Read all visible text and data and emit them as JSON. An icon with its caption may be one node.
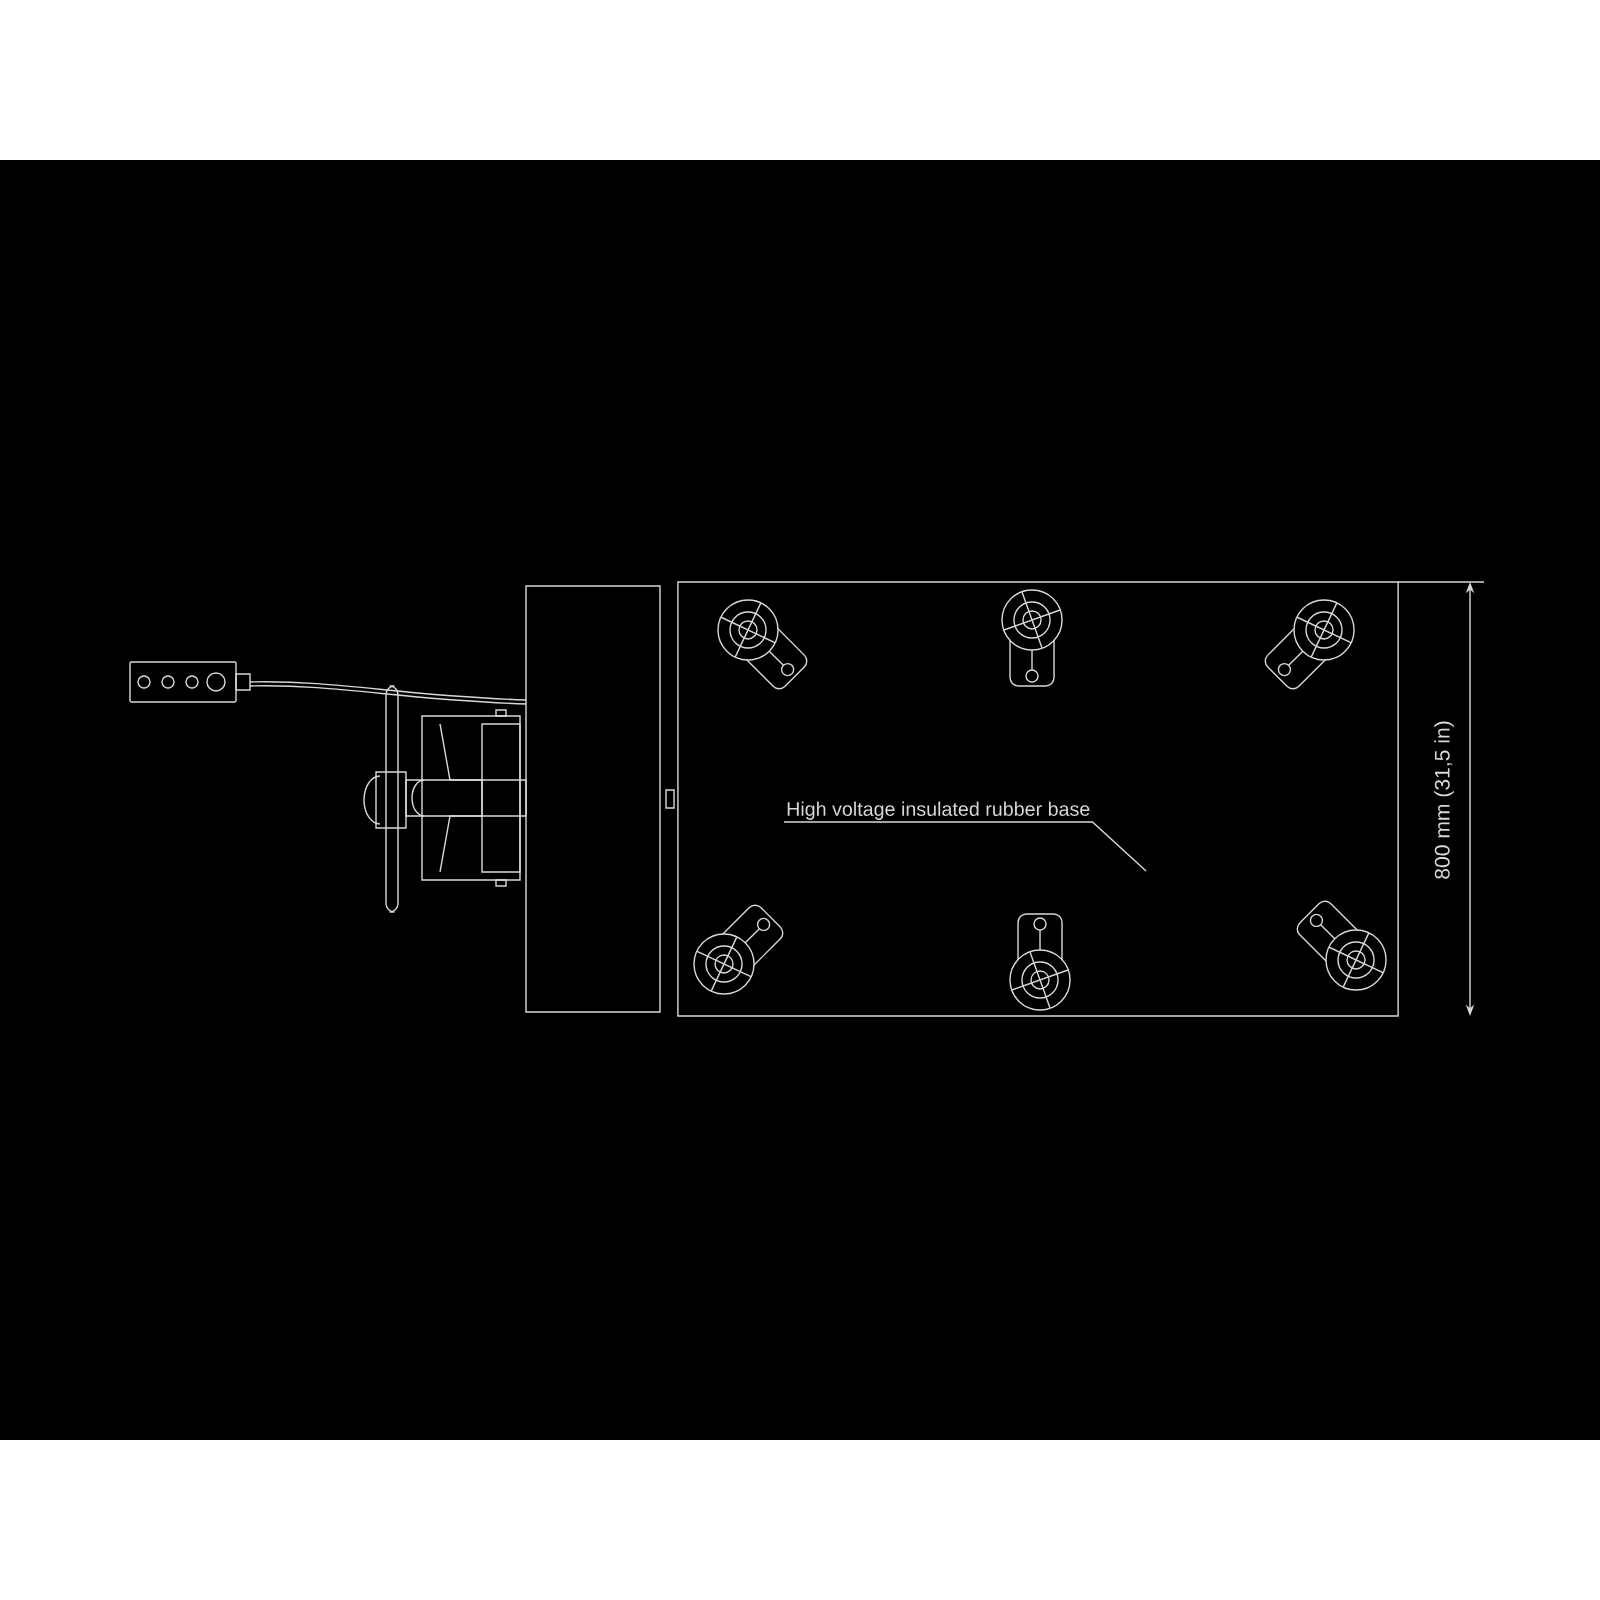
{
  "diagram": {
    "nodes": [
      {
        "text": [],
        "shape": "box"
      },
      {
        "text": [
          "High voltage insulated rubber base"
        ],
        "in": 0
      }
    ],
    "edges": [
      {
        "from": 1,
        "to": 0,
        "arrow": "none"
      }
    ],
    "labels": [
      "800 mm (31,5 in)"
    ]
  }
}
